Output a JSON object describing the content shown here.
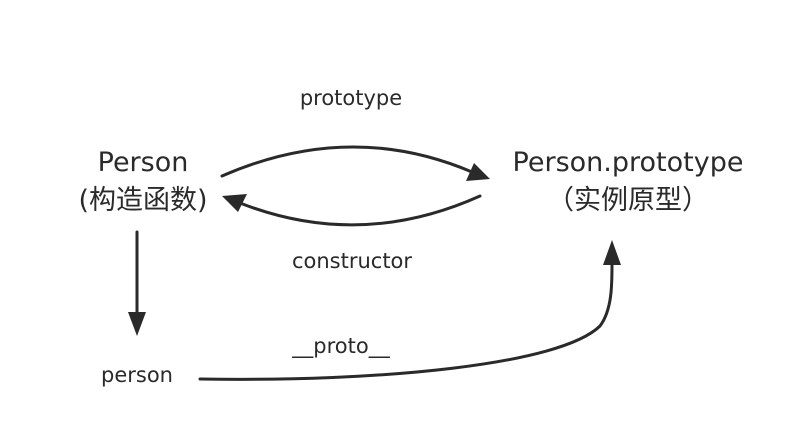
{
  "nodes": {
    "person_constructor": {
      "name": "Person",
      "desc": "(构造函数)"
    },
    "person_prototype": {
      "name": "Person.prototype",
      "desc": "（实例原型）"
    },
    "person_instance": {
      "name": "person"
    }
  },
  "edges": {
    "prototype": "prototype",
    "constructor": "constructor",
    "proto": "__proto__"
  },
  "colors": {
    "ink": "#2a2a2a",
    "background": "#ffffff"
  }
}
